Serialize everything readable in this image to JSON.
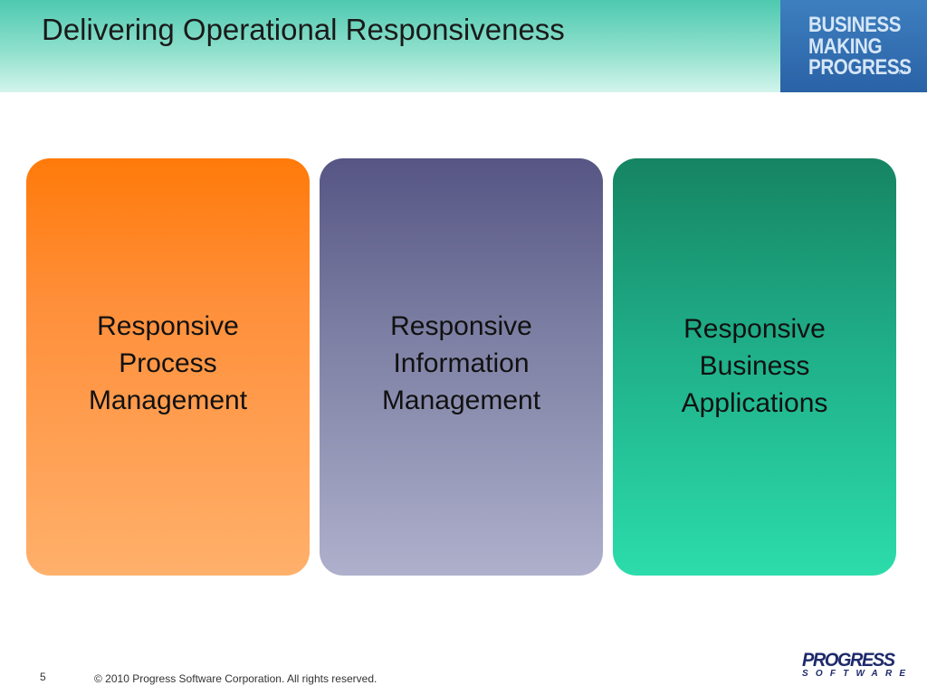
{
  "slide": {
    "title": "Delivering Operational Responsiveness",
    "page_number": "5",
    "copyright": "© 2010 Progress Software Corporation. All rights reserved."
  },
  "brand": {
    "tagline_line_1": "BUSINESS",
    "tagline_line_2": "MAKING",
    "tagline_line_3": "PROGRESS",
    "trademark": "TM",
    "logo_word": "PROGRESS",
    "logo_sub": "SOFTWARE"
  },
  "cards": [
    {
      "lines": [
        "Responsive",
        "Process",
        "Management"
      ]
    },
    {
      "lines": [
        "Responsive",
        "Information",
        "Management"
      ]
    },
    {
      "lines": [
        "Responsive",
        "Business",
        "Applications"
      ]
    }
  ],
  "colors": {
    "header_teal": "#4ec9b0",
    "brand_blue": "#2a62a6",
    "process_orange": "#ff7a0a",
    "information_purple": "#565584",
    "business_green": "#168462",
    "logo_navy": "#1e2a6b"
  }
}
